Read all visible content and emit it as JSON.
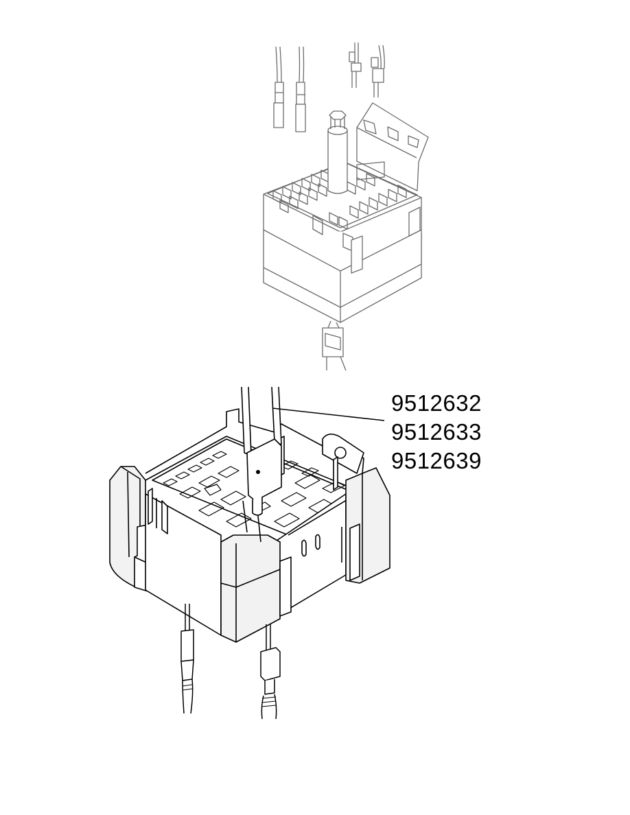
{
  "callout": {
    "part_numbers": [
      "9512632",
      "9512633",
      "9512639"
    ]
  },
  "colors": {
    "line": "#000000",
    "upper_line": "#6b6b6b",
    "shade": "#f2f2f2",
    "background": "#ffffff"
  }
}
